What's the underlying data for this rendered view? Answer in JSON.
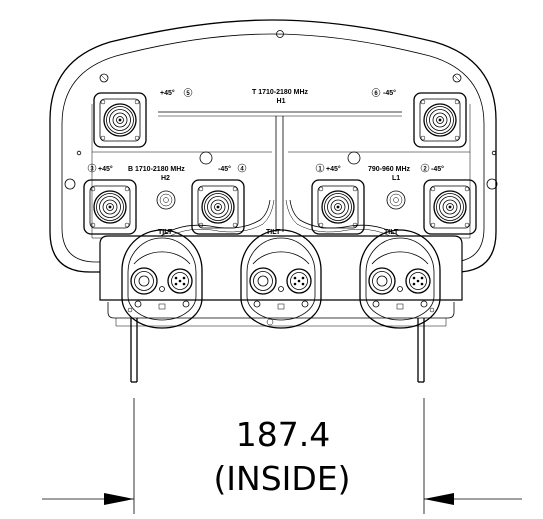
{
  "labels": {
    "top_band": "T 1710-2180 MHz",
    "top_id": "H1",
    "left_band": "B 1710-2180 MHz",
    "left_id": "H2",
    "right_band": "790-960 MHz",
    "right_id": "L1",
    "pol_plus": "+45°",
    "pol_minus": "-45°",
    "tilt": "TILT",
    "num_1": "1",
    "num_2": "2",
    "num_3": "3",
    "num_4": "4",
    "num_5": "5",
    "num_6": "6"
  },
  "dimension": {
    "value": "187.4",
    "note": "(INSIDE)"
  }
}
